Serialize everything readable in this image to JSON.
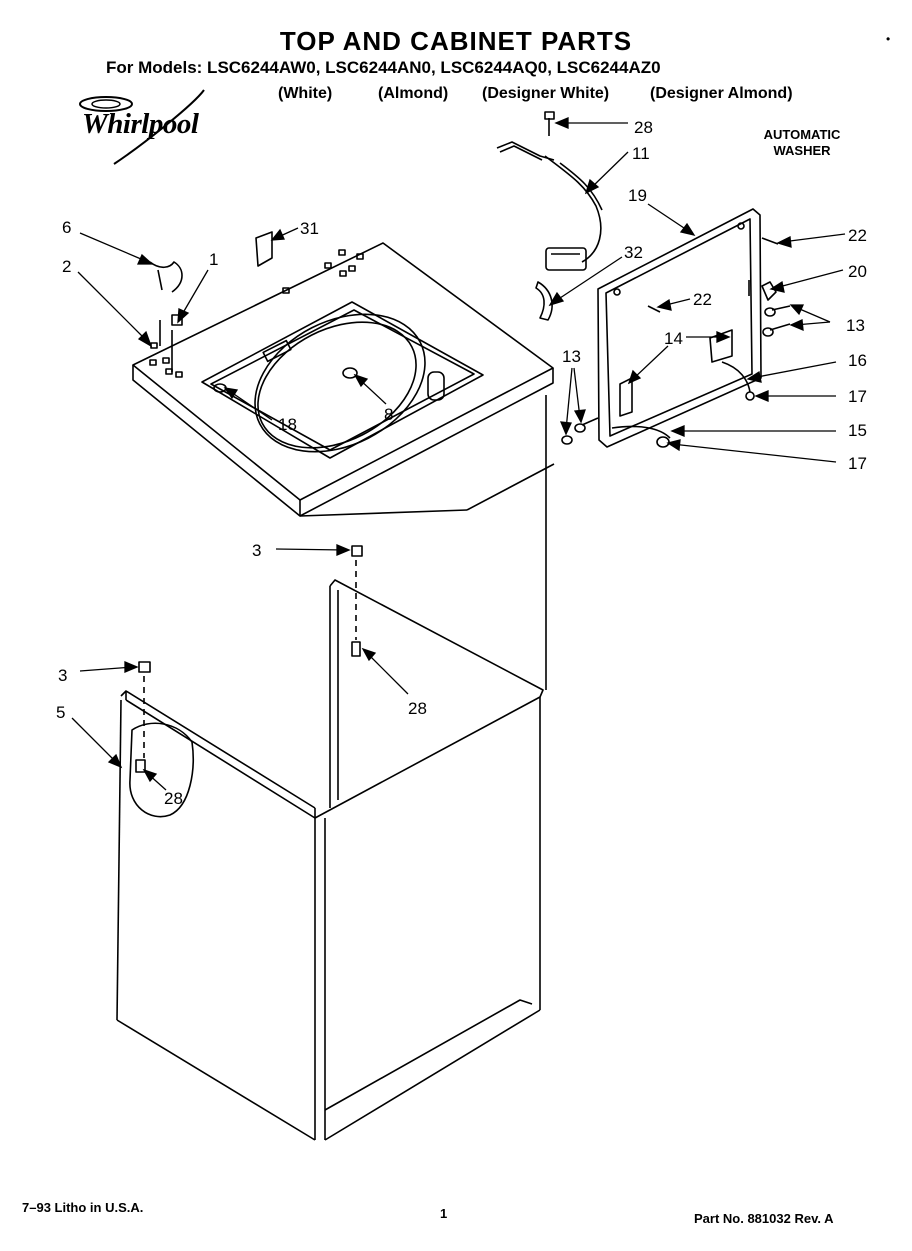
{
  "header": {
    "title": "TOP AND CABINET PARTS",
    "models_line": "For Models: LSC6244AW0, LSC6244AN0, LSC6244AQ0, LSC6244AZ0",
    "colors": [
      "(White)",
      "(Almond)",
      "(Designer White)",
      "(Designer Almond)"
    ],
    "brand": "Whirlpool",
    "product_type_line1": "AUTOMATIC",
    "product_type_line2": "WASHER",
    "corner_mark": "•"
  },
  "callouts": [
    "28",
    "11",
    "19",
    "22",
    "6",
    "31",
    "2",
    "1",
    "20",
    "32",
    "22",
    "13",
    "14",
    "16",
    "13",
    "17",
    "8",
    "18",
    "15",
    "17",
    "3",
    "3",
    "28",
    "5",
    "28"
  ],
  "footer": {
    "litho": "7–93 Litho in U.S.A.",
    "page": "1",
    "part_number": "Part No. 881032  Rev. A"
  }
}
